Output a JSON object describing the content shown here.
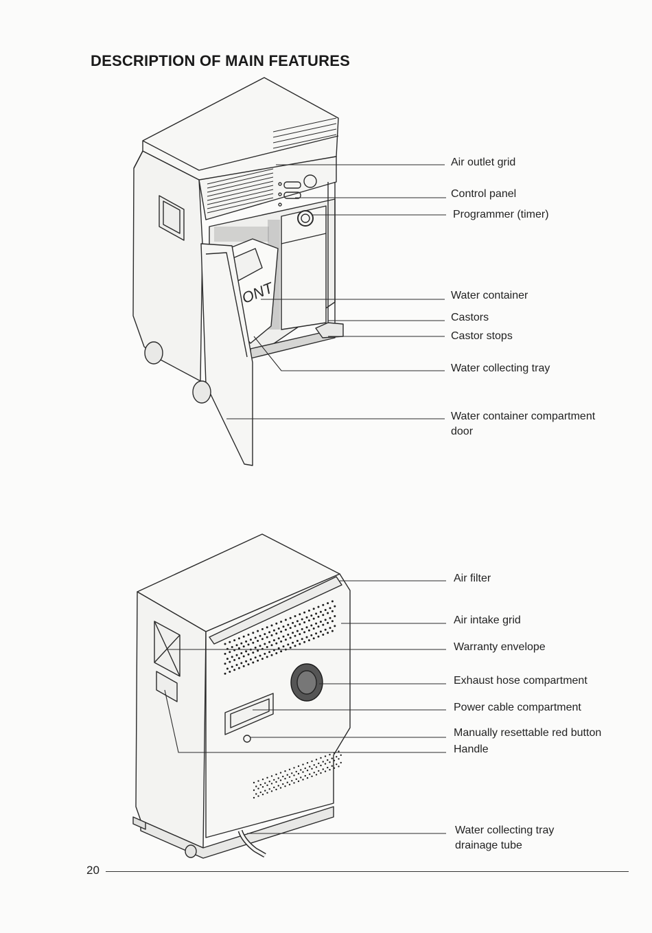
{
  "page": {
    "title": "DESCRIPTION OF MAIN FEATURES",
    "page_number": "20"
  },
  "figure_front": {
    "panel_text": "RONT",
    "labels": [
      "Air outlet grid",
      "Control panel",
      "Programmer (timer)",
      "Water container",
      "Castors",
      "Castor stops",
      "Water collecting tray",
      "Water container compartment door"
    ]
  },
  "figure_rear": {
    "labels": [
      "Air filter",
      "Air intake grid",
      "Warranty envelope",
      "Exhaust hose compartment",
      "Power cable compartment",
      "Manually resettable red button",
      "Handle",
      "Water collecting tray drainage tube"
    ]
  }
}
